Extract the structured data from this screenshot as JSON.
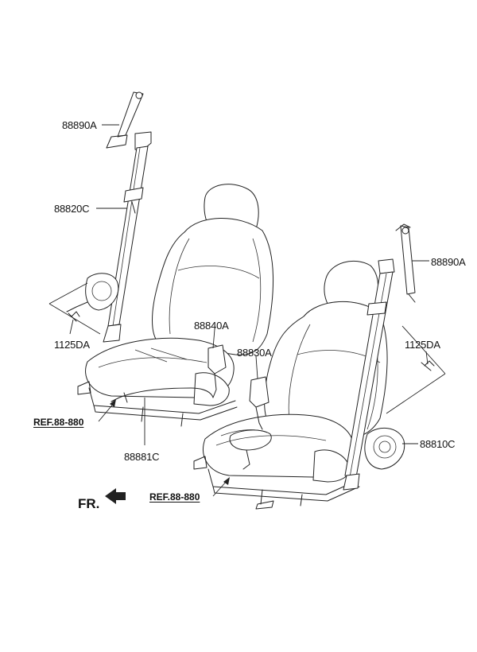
{
  "labels": {
    "upper_anchor_left": "88890A",
    "belt_left": "88820C",
    "bolt_left": "1125DA",
    "buckle_left": "88840A",
    "wire_left": "88881C",
    "buckle_right": "88830A",
    "upper_anchor_right": "88890A",
    "bolt_right": "1125DA",
    "belt_right": "88810C"
  },
  "references": {
    "ref_left": "REF.88-880",
    "ref_right": "REF.88-880"
  },
  "front_marker": "FR."
}
